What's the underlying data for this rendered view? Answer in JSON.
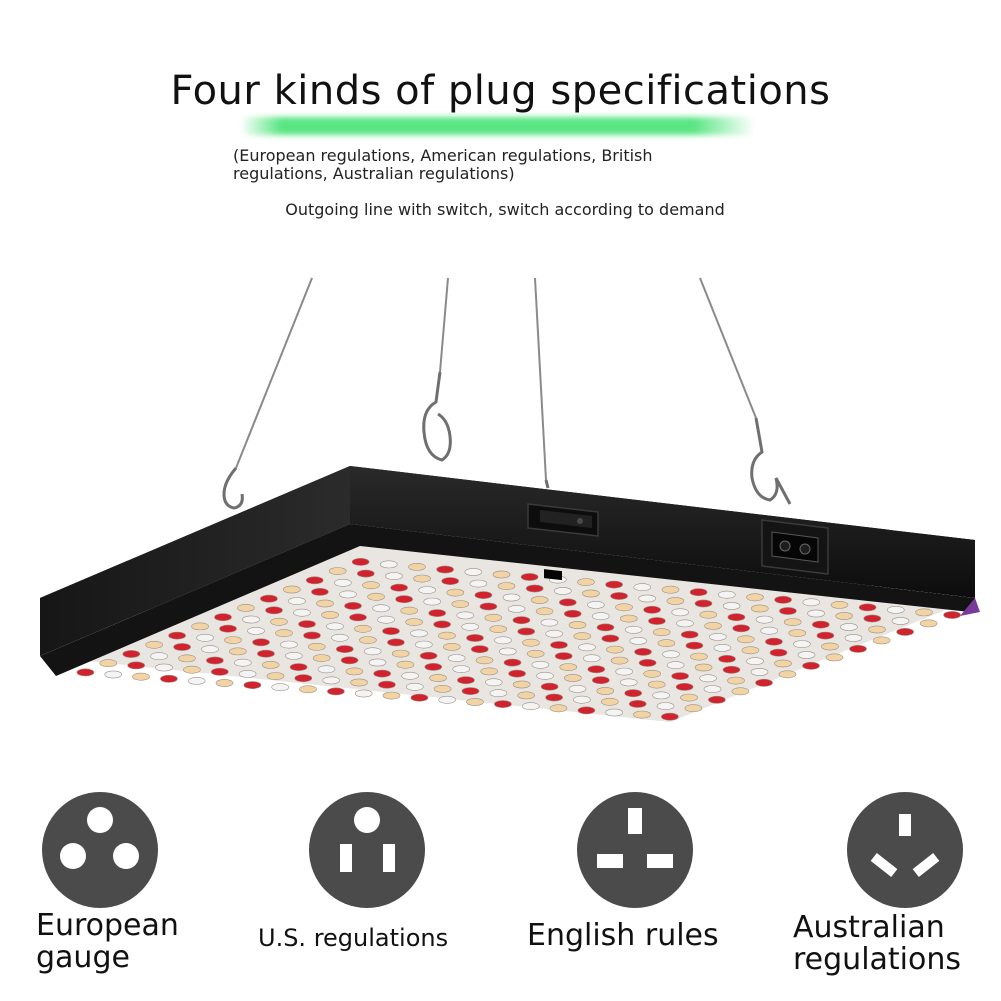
{
  "header": {
    "title": "Four kinds of plug specifications",
    "subtitle_line1": "(European regulations, American regulations, British",
    "subtitle_line2": "regulations, Australian regulations)",
    "note": "Outgoing line with switch, switch according to demand"
  },
  "product": {
    "led_colors": [
      "#d2222d",
      "#f2d3a4",
      "#f4f4f4"
    ],
    "body_color": "#1a1a1a"
  },
  "plugs": [
    {
      "icon": "european-plug-icon",
      "label_line1": "European",
      "label_line2": "gauge"
    },
    {
      "icon": "us-plug-icon",
      "label_line1": "U.S. regulations",
      "label_line2": ""
    },
    {
      "icon": "uk-plug-icon",
      "label_line1": "English rules",
      "label_line2": ""
    },
    {
      "icon": "australian-plug-icon",
      "label_line1": "Australian",
      "label_line2": "regulations"
    }
  ]
}
